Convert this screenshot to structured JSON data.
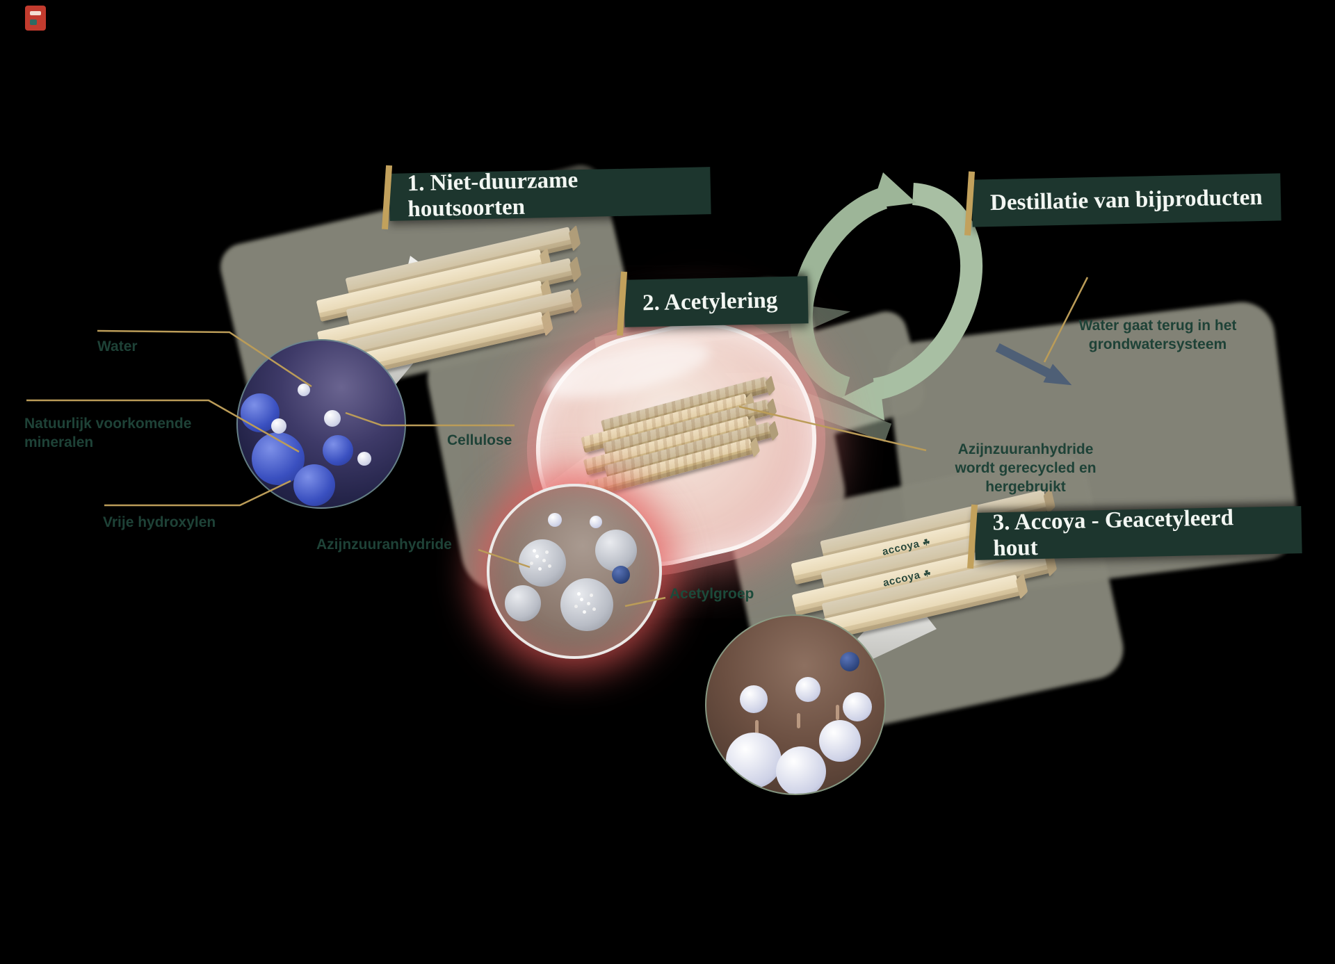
{
  "step_labels": {
    "step1": "1. Niet-duurzame houtsoorten",
    "step2": "2. Acetylering",
    "step3": "3. Accoya - Geacetyleerd hout",
    "distillation": "Destillatie van bijproducten"
  },
  "annotations": {
    "water": "Water",
    "minerals": {
      "line1": "Natuurlijk voorkomende",
      "line2": "mineralen"
    },
    "free_hydroxyls": "Vrije hydroxylen",
    "cellulose": "Cellulose",
    "acetic_anhydride": "Azijnzuuranhydride",
    "acetyl_group": "Acetylgroep",
    "water_recycle": {
      "line1": "Water gaat terug in het",
      "line2": "grondwatersysteem"
    },
    "acid_recycle": {
      "line1": "Azijnzuuranhydride",
      "line2": "wordt gerecycled en",
      "line3": "hergebruikt"
    }
  },
  "brand": {
    "wood_stamp": "accoya",
    "leaf_glyph": "☘"
  },
  "colors": {
    "label_background": "#1d362e",
    "label_text": "#f2f6f2",
    "accent_gold": "#c2a15c",
    "annotation_green": "#1e4237",
    "sage_loop": "#a8bfa3",
    "slate_arrow": "#4e5f76",
    "capsule_glow_red": "#e97e7e",
    "wood_cream": "#e9dab8",
    "shadow_olive": "#87877a"
  }
}
